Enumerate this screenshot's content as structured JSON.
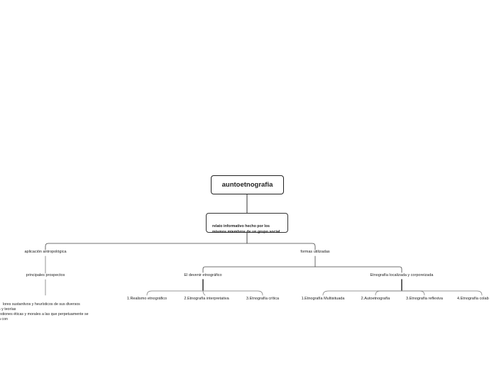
{
  "root": {
    "label": "auntoetnografia"
  },
  "definition": {
    "text": "relato informativo hecho por los\nmismos miembros de un grupo social."
  },
  "branches": {
    "application": {
      "label": "aplicación antropológica",
      "child": {
        "label": "principales prospectos",
        "note": "lores sustantivos y heurísticos de sus diversos\ns y teorías\nestiones éticas y morales a las que perpetuamente se\na con"
      }
    },
    "forms": {
      "label": "formas utilizadas",
      "children": [
        {
          "label": "El devenir etnográfico",
          "items": [
            "1.Realismo etnográfico",
            "2.Etnografía interpretativa",
            "3.Etnografía crítica"
          ]
        },
        {
          "label": "Etnografía localizada y corporeizada",
          "items": [
            "1.Etnografía Multisituada",
            "2.Autoetnografía",
            "3.Etnografía reflexiva",
            "4.Etnografía colab"
          ]
        }
      ]
    }
  }
}
